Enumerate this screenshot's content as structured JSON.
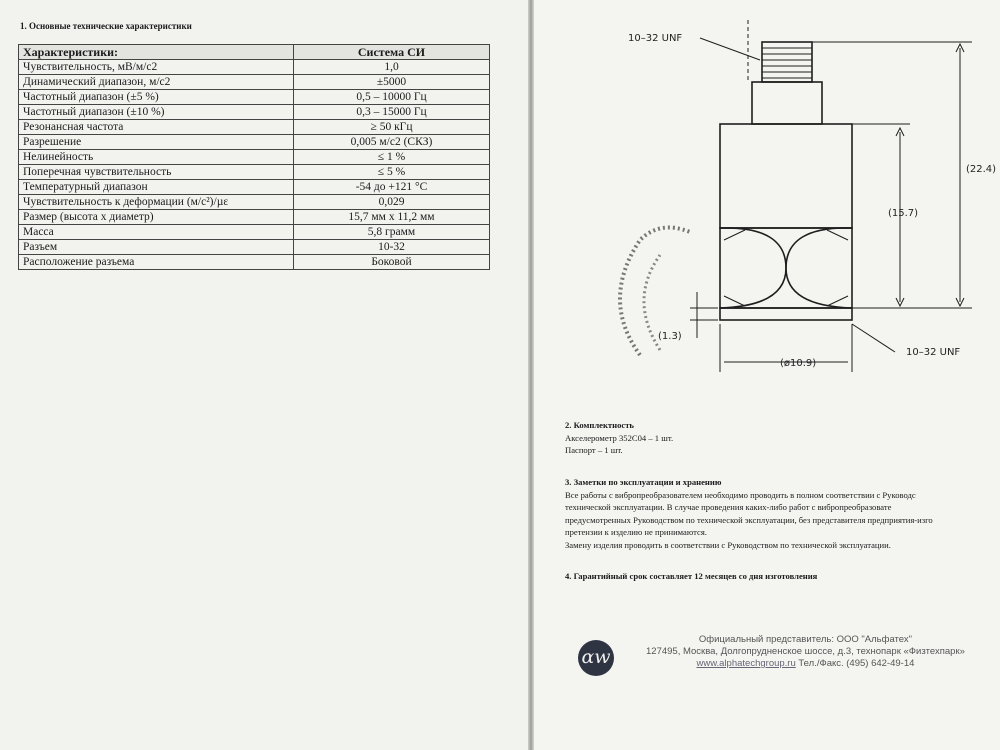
{
  "left": {
    "section_title": "1. Основные технические характеристики",
    "table": {
      "headers": [
        "Характеристики:",
        "Система СИ"
      ],
      "rows": [
        [
          "Чувствительность, мВ/м/с2",
          "1,0"
        ],
        [
          "Динамический диапазон, м/с2",
          "±5000"
        ],
        [
          "Частотный диапазон (±5 %)",
          "0,5 – 10000 Гц"
        ],
        [
          "Частотный диапазон (±10 %)",
          "0,3 – 15000 Гц"
        ],
        [
          "Резонансная частота",
          "≥ 50 кГц"
        ],
        [
          "Разрешение",
          "0,005 м/с2 (СКЗ)"
        ],
        [
          "Нелинейность",
          "≤ 1 %"
        ],
        [
          "Поперечная чувствительность",
          "≤ 5 %"
        ],
        [
          "Температурный диапазон",
          "-54 до +121 °С"
        ],
        [
          "Чувствительность к деформации (м/с²)/µε",
          "0,029"
        ],
        [
          "Размер (высота х диаметр)",
          "15,7 мм х 11,2 мм"
        ],
        [
          "Масса",
          "5,8 грамм"
        ],
        [
          "Разъем",
          "10-32"
        ],
        [
          "Расположение разъема",
          "Боковой"
        ]
      ]
    }
  },
  "drawing": {
    "top_thread": "10–32 UNF",
    "bottom_thread": "10–32 UNF",
    "height_total": "(22.4)",
    "height_body": "(15.7)",
    "base_height": "(1.3)",
    "diameter": "(ø10.9)"
  },
  "sections": {
    "s2_title": "2. Комплектность",
    "s2_lines": [
      "Акселерометр 352С04 – 1 шт.",
      "Паспорт – 1 шт."
    ],
    "s3_title": "3. Заметки по эксплуатации и хранению",
    "s3_lines": [
      "Все работы с вибропреобразователем необходимо проводить в полном соответствии с Руководс",
      "технической эксплуатации. В случае проведения каких-либо работ с вибропреобразовате",
      "предусмотренных Руководством по технической эксплуатации, без представителя предприятия-изго",
      "претензии к изделию не принимаются.",
      "Замену изделия проводить в соответствии с Руководством по технической эксплуатации."
    ],
    "s4_title": "4. Гарантийный срок составляет 12 месяцев со дня изготовления"
  },
  "footer": {
    "logo_text": "αw",
    "line1": "Официальный представитель: ООО \"Альфатех\"",
    "line2": "127495, Москва, Долгопрудненское шоссе, д.3, технопарк «Физтехпарк»",
    "line3_link": "www.alphatechgroup.ru",
    "line3_rest": "Тел./Факс. (495) 642-49-14"
  }
}
